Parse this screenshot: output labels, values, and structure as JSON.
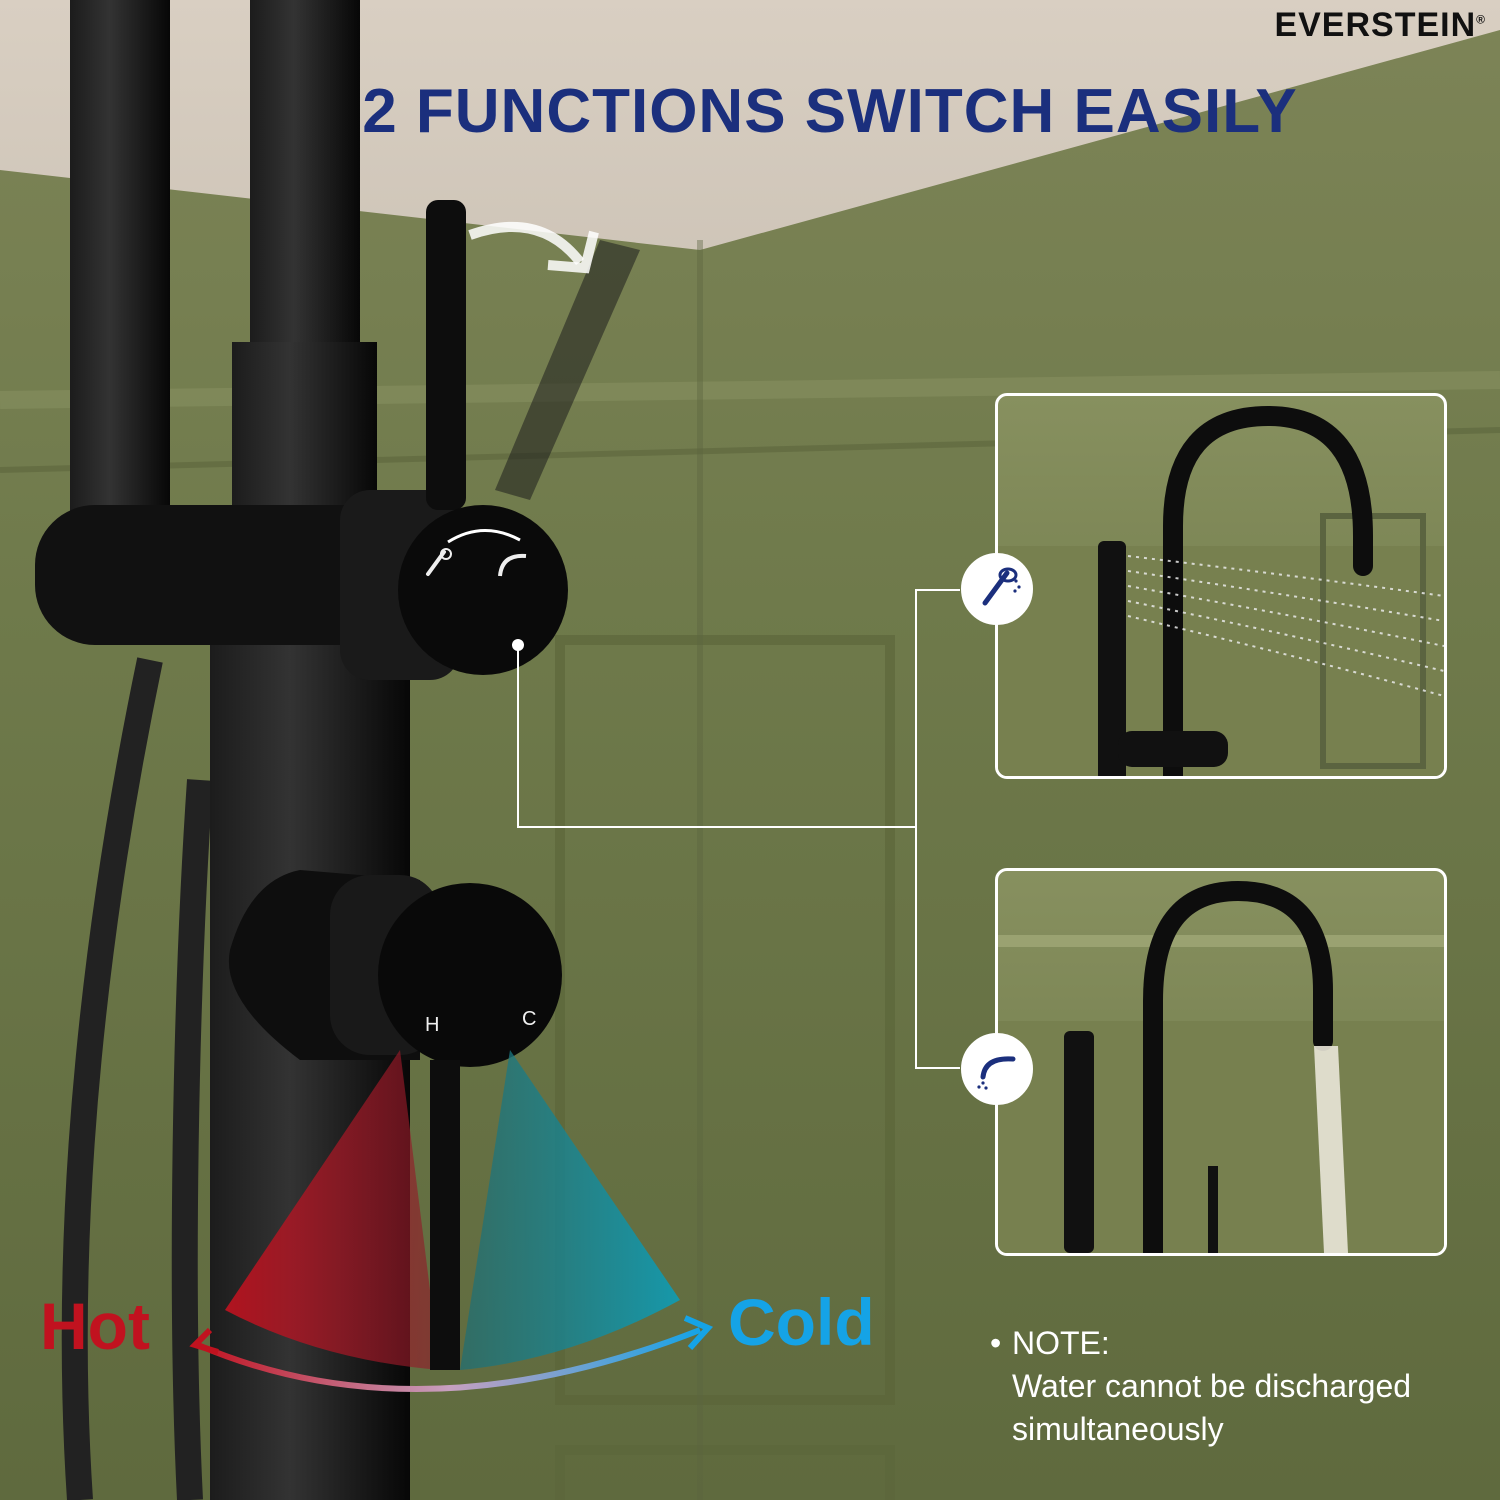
{
  "brand": {
    "name": "EVERSTEIN",
    "mark": "®"
  },
  "headline": {
    "text": "2 FUNCTIONS SWITCH EASILY"
  },
  "controls": {
    "mixer": {
      "hot_letter": "H",
      "cold_letter": "C"
    },
    "temperature": {
      "hot_label": "Hot",
      "cold_label": "Cold"
    }
  },
  "modes": [
    {
      "mode": "hand shower",
      "icon": "hand-shower-icon"
    },
    {
      "mode": "tub spout",
      "icon": "tub-spout-icon"
    }
  ],
  "note": {
    "title": "NOTE:",
    "lines": [
      "Water cannot be discharged",
      "simultaneously"
    ]
  },
  "colors": {
    "headline": "#1b2f7d",
    "hot": "#c1121f",
    "cold": "#15a3e6",
    "fixture": "#0d0d0d",
    "wall": "#6f7a4b"
  }
}
